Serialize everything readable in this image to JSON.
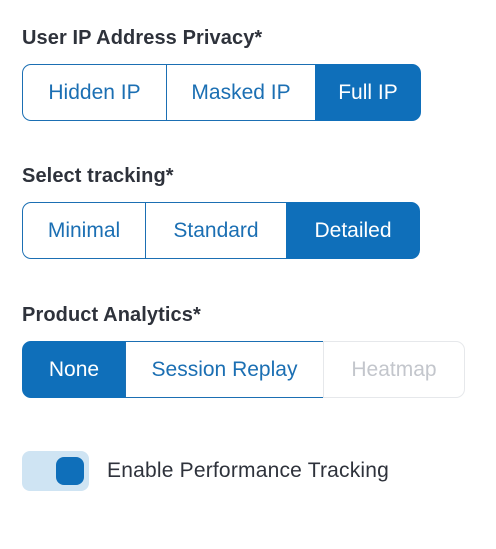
{
  "ip_privacy": {
    "label": "User IP Address Privacy*",
    "options": [
      "Hidden IP",
      "Masked IP",
      "Full IP"
    ],
    "selected": "Full IP"
  },
  "tracking": {
    "label": "Select tracking*",
    "options": [
      "Minimal",
      "Standard",
      "Detailed"
    ],
    "selected": "Detailed"
  },
  "analytics": {
    "label": "Product Analytics*",
    "options": [
      "None",
      "Session Replay",
      "Heatmap"
    ],
    "selected": "None",
    "disabled": [
      "Heatmap"
    ]
  },
  "performance_toggle": {
    "label": "Enable Performance Tracking",
    "enabled": true
  },
  "colors": {
    "accent": "#0f6fba",
    "toggle_track": "#cfe4f3",
    "disabled_text": "#c3c6cc"
  }
}
